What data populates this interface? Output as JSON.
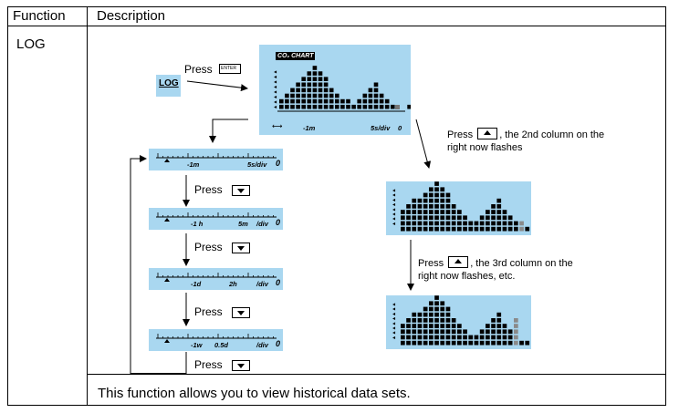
{
  "header": {
    "col1": "Function",
    "col2": "Description"
  },
  "row": {
    "function": "LOG",
    "footer": "This function allows you to view historical data sets."
  },
  "diagram": {
    "log_key": "LOG",
    "press": "Press",
    "enter_key": "ENTER",
    "chart_title": "CO₂ CHART",
    "main_left": "-1m",
    "main_right": "5s/div",
    "main_zero": "0",
    "scales": [
      {
        "left": "-1m",
        "mid": "",
        "right": "5s/div",
        "zero": "0"
      },
      {
        "left": "-1  h",
        "mid": "5m",
        "right": "/div",
        "zero": "0"
      },
      {
        "left": "-1d",
        "mid": "2h",
        "right": "/div",
        "zero": "0"
      },
      {
        "left": "-1w",
        "mid": "0.5d",
        "right": "/div",
        "zero": "0"
      }
    ],
    "note1_a": "Press",
    "note1_b": ", the 2nd column on the",
    "note1_c": "right now flashes",
    "note2_a": "Press",
    "note2_b": ", the 3rd column on the",
    "note2_c": "right now flashes, etc.",
    "up_key_icon": "up-arrow-key",
    "down_key_icon": "down-arrow-key"
  },
  "colors": {
    "lcd": "#a9d7f0",
    "flash": "#8a8a8a"
  }
}
